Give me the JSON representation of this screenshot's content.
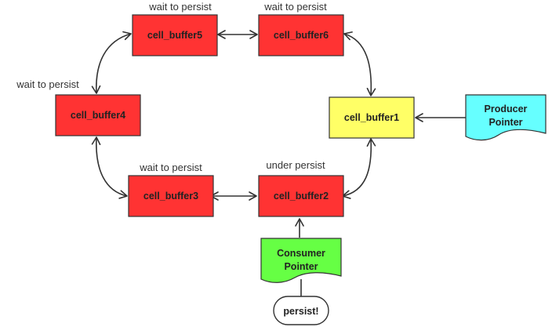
{
  "colors": {
    "buffer_waiting": "#ff3333",
    "buffer_active": "#ffff66",
    "producer": "#66ffff",
    "consumer": "#66ff44",
    "stroke": "#333333"
  },
  "buffers": {
    "b1": {
      "label": "cell_buffer1",
      "caption": ""
    },
    "b2": {
      "label": "cell_buffer2",
      "caption": "under persist"
    },
    "b3": {
      "label": "cell_buffer3",
      "caption": "wait to persist"
    },
    "b4": {
      "label": "cell_buffer4",
      "caption": "wait to persist"
    },
    "b5": {
      "label": "cell_buffer5",
      "caption": "wait to persist"
    },
    "b6": {
      "label": "cell_buffer6",
      "caption": "wait to persist"
    }
  },
  "producer": {
    "line1": "Producer",
    "line2": "Pointer"
  },
  "consumer": {
    "line1": "Consumer",
    "line2": "Pointer"
  },
  "action": {
    "label": "persist!"
  }
}
